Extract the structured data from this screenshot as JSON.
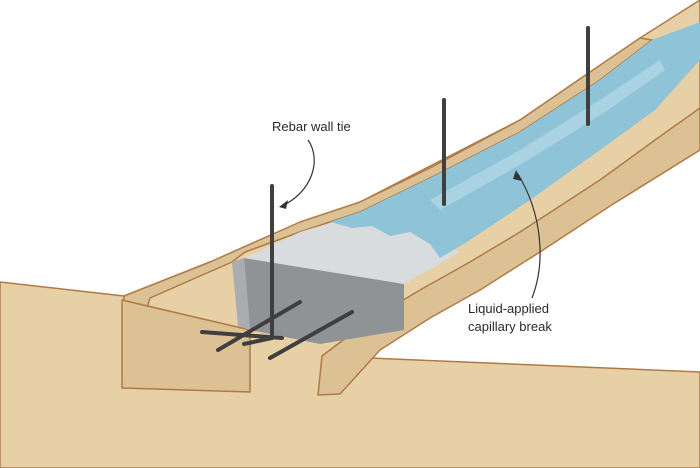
{
  "diagram": {
    "labels": {
      "rebar_tie": "Rebar wall tie",
      "capillary_line1": "Liquid-applied",
      "capillary_line2": "capillary break"
    },
    "colors": {
      "soil": "#e7cfa6",
      "soil_edge": "#b07a45",
      "trench_wall": "#dcc194",
      "concrete_top": "#d9dcde",
      "concrete_front": "#8f9396",
      "concrete_side": "#a9adb0",
      "coating": "#8fc3d8",
      "coating_light": "#a9d3e3",
      "rebar": "#3f3f3f",
      "leader": "#333333"
    }
  }
}
